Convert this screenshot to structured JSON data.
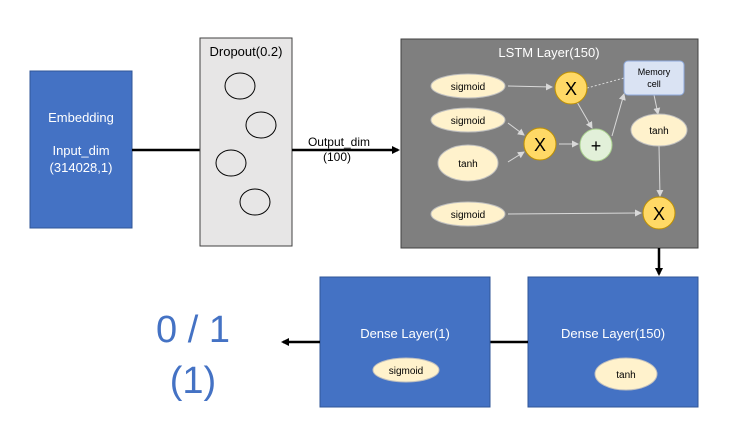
{
  "embedding": {
    "title": "Embedding",
    "input_label": "Input_dim",
    "input_value": "(314028,1)"
  },
  "dropout": {
    "title": "Dropout(0.2)"
  },
  "connector": {
    "output_label": "Output_dim",
    "output_value": "(100)"
  },
  "lstm": {
    "title": "LSTM Layer(150)",
    "gates": {
      "sigmoid_1": "sigmoid",
      "sigmoid_2": "sigmoid",
      "tanh_in": "tanh",
      "sigmoid_3": "sigmoid",
      "tanh_out": "tanh"
    },
    "ops": {
      "mult_1": "X",
      "mult_2": "X",
      "add": "+",
      "mult_3": "X"
    },
    "memory_cell": {
      "line1": "Memory",
      "line2": "cell"
    }
  },
  "dense150": {
    "title": "Dense Layer(150)",
    "activation": "tanh"
  },
  "dense1": {
    "title": "Dense Layer(1)",
    "activation": "sigmoid"
  },
  "output": {
    "line1": "0 / 1",
    "line2": "(1)"
  },
  "colors": {
    "block_blue": "#4472c4",
    "dropout_gray": "#e7e6e6",
    "lstm_gray": "#7f7f7f",
    "node_cream": "#fff2cc",
    "op_yellow": "#ffd966",
    "add_green": "#e2f0d9",
    "memory_blue": "#dae3f3",
    "output_text": "#4472c4"
  }
}
